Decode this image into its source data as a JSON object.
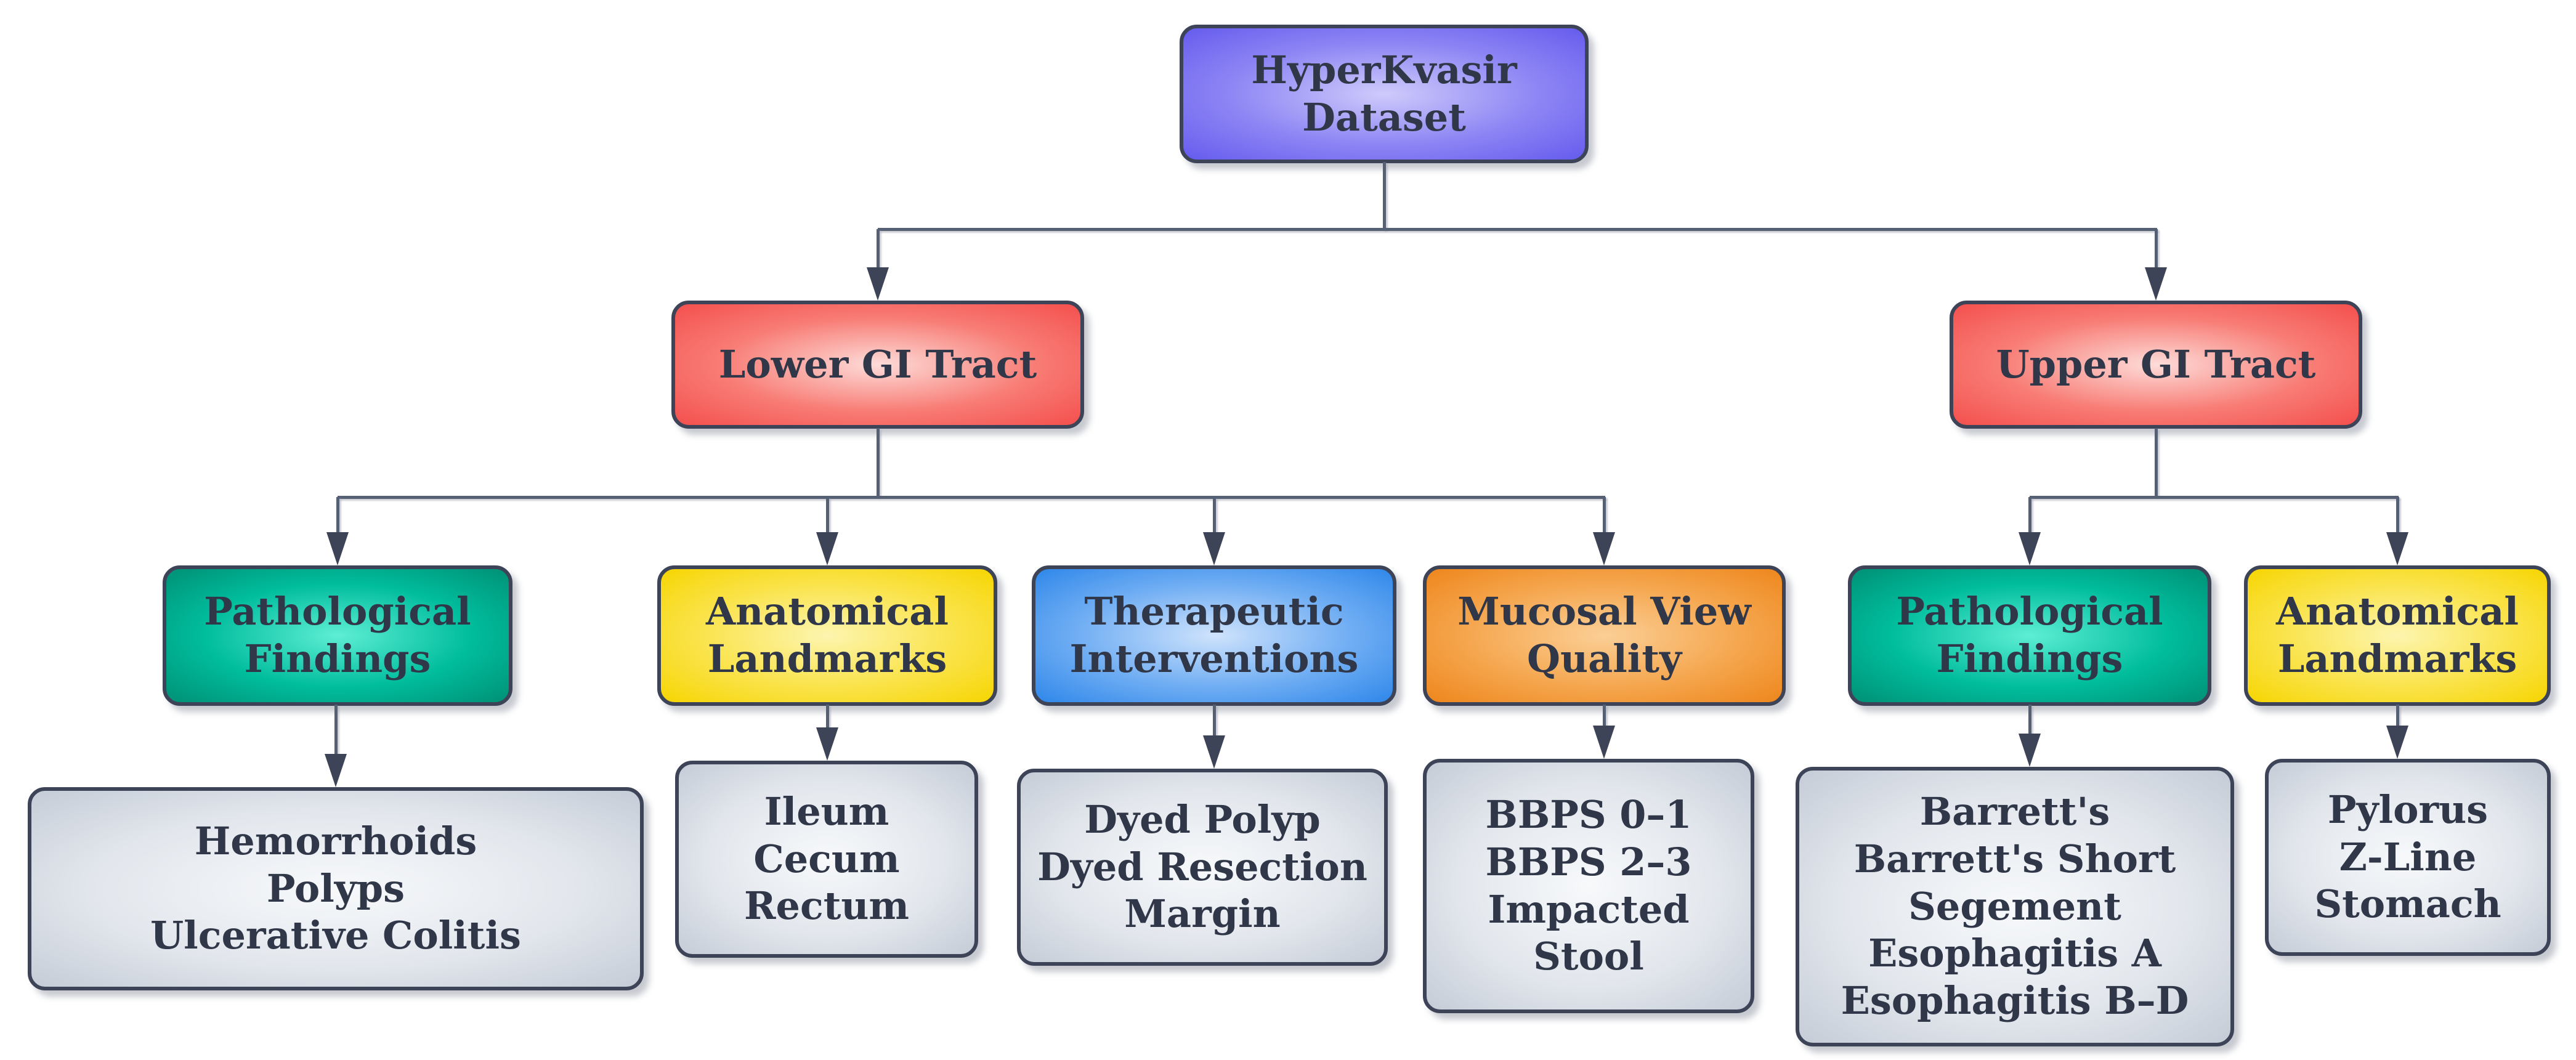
{
  "diagram_title": "HyperKvasir Dataset hierarchy",
  "colors": {
    "border": "#3d4457",
    "text": "#303748",
    "connector": "#566074",
    "background": "#ffffff"
  },
  "nodes": {
    "root": {
      "lines": [
        "HyperKvasir",
        "Dataset"
      ],
      "center": "#cfcbfb",
      "mid": "#8d85f4",
      "edge": "#655bee"
    },
    "lower_gi": {
      "lines": [
        "Lower GI Tract"
      ],
      "center": "#fddcd9",
      "mid": "#f87c75",
      "edge": "#f44f4d"
    },
    "upper_gi": {
      "lines": [
        "Upper GI Tract"
      ],
      "center": "#fddcd9",
      "mid": "#f87c75",
      "edge": "#f44f4d"
    },
    "path_lower": {
      "lines": [
        "Pathological",
        "Findings"
      ],
      "center": "#5eeed5",
      "mid": "#00bd9c",
      "edge": "#009076"
    },
    "anat_lower": {
      "lines": [
        "Anatomical",
        "Landmarks"
      ],
      "center": "#fdf5b0",
      "mid": "#fae34a",
      "edge": "#f6d502"
    },
    "therapeutic": {
      "lines": [
        "Therapeutic",
        "Interventions"
      ],
      "center": "#cfe3fc",
      "mid": "#6fadf3",
      "edge": "#2e87ea"
    },
    "mucosal": {
      "lines": [
        "Mucosal View",
        "Quality"
      ],
      "center": "#fbcf96",
      "mid": "#f5a64e",
      "edge": "#ee861c"
    },
    "path_upper": {
      "lines": [
        "Pathological",
        "Findings"
      ],
      "center": "#5eeed5",
      "mid": "#00bd9c",
      "edge": "#009076"
    },
    "anat_upper": {
      "lines": [
        "Anatomical",
        "Landmarks"
      ],
      "center": "#fdf5b0",
      "mid": "#fae34a",
      "edge": "#f6d502"
    },
    "leaf_hemorrhoids": {
      "lines": [
        "Hemorrhoids",
        "Polyps",
        "Ulcerative Colitis"
      ],
      "center": "#f7f9fb",
      "mid": "#e3e7ed",
      "edge": "#c5ccd7"
    },
    "leaf_ileum": {
      "lines": [
        "Ileum",
        "Cecum",
        "Rectum"
      ],
      "center": "#f7f9fb",
      "mid": "#e3e7ed",
      "edge": "#c5ccd7"
    },
    "leaf_dyed": {
      "lines": [
        "Dyed Polyp",
        "Dyed Resection Margin"
      ],
      "center": "#f7f9fb",
      "mid": "#e3e7ed",
      "edge": "#c5ccd7"
    },
    "leaf_bbps": {
      "lines": [
        "BBPS 0–1",
        "BBPS 2–3",
        "Impacted Stool"
      ],
      "center": "#f7f9fb",
      "mid": "#e3e7ed",
      "edge": "#c5ccd7"
    },
    "leaf_barretts": {
      "lines": [
        "Barrett's",
        "Barrett's Short Segement",
        "Esophagitis A",
        "Esophagitis B–D"
      ],
      "center": "#f7f9fb",
      "mid": "#e3e7ed",
      "edge": "#c5ccd7"
    },
    "leaf_pylorus": {
      "lines": [
        "Pylorus",
        "Z-Line",
        "Stomach"
      ],
      "center": "#f7f9fb",
      "mid": "#e3e7ed",
      "edge": "#c5ccd7"
    }
  }
}
